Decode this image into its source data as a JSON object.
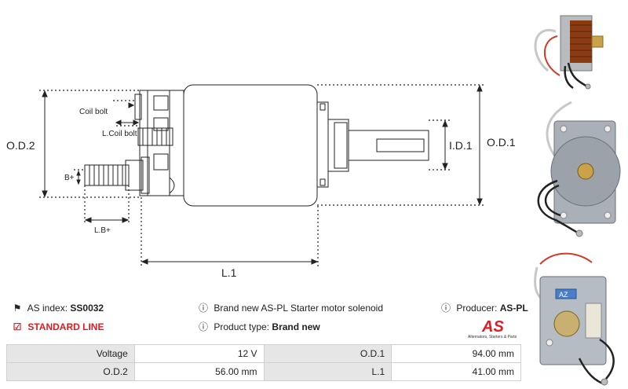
{
  "diagram": {
    "labels": {
      "od2": "O.D.2",
      "od1": "O.D.1",
      "id1": "I.D.1",
      "l1": "L.1",
      "coil_bolt": "Coil bolt",
      "l_coil_bolt": "L.Coil bolt",
      "b_plus": "B+",
      "l_b_plus": "L.B+"
    }
  },
  "info": {
    "as_index_label": "AS index:",
    "as_index_value": "SS0032",
    "line": "STANDARD LINE",
    "description": "Brand new AS-PL Starter motor solenoid",
    "product_type_label": "Product type:",
    "product_type_value": "Brand new",
    "producer_label": "Producer:",
    "producer_value": "AS-PL"
  },
  "logo": {
    "mark": "AS",
    "tagline": "Alternators, Starters & Parts",
    "color": "#e11b22"
  },
  "specs": [
    {
      "label_a": "Voltage",
      "value_a": "12 V",
      "label_b": "O.D.1",
      "value_b": "94.00 mm"
    },
    {
      "label_a": "O.D.2",
      "value_a": "56.00 mm",
      "label_b": "L.1",
      "value_b": "41.00 mm"
    }
  ],
  "photos": {
    "label_3": "AZ"
  },
  "icons": {
    "tag": "tag-icon",
    "check": "checkbox-icon",
    "info": "info-icon"
  }
}
